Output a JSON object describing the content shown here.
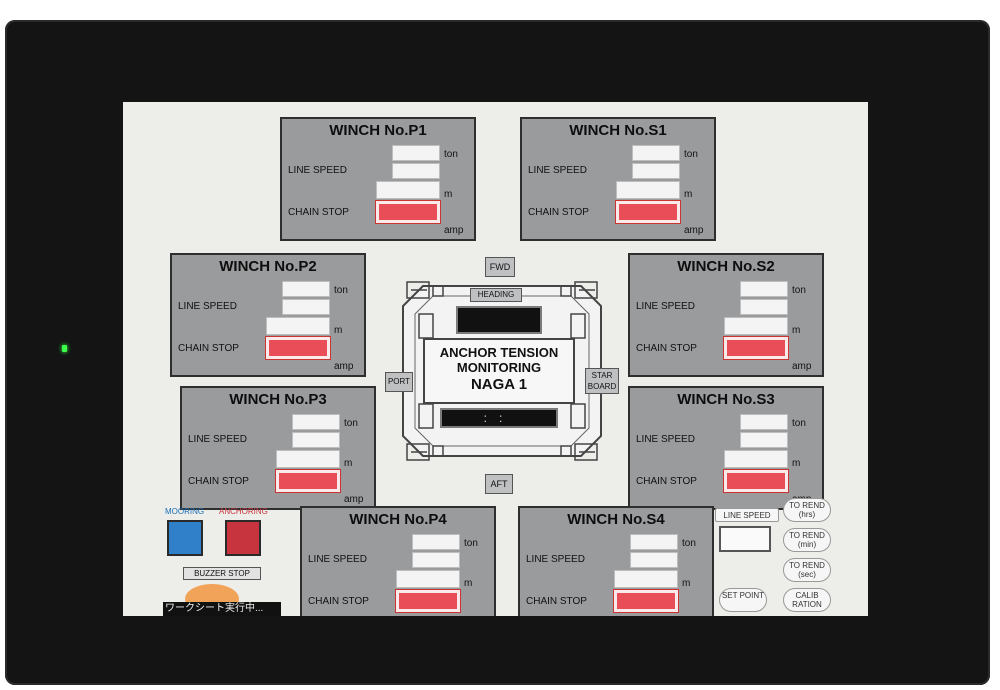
{
  "winches": [
    {
      "id": "p1",
      "title": "WINCH No.P1"
    },
    {
      "id": "s1",
      "title": "WINCH No.S1"
    },
    {
      "id": "p2",
      "title": "WINCH No.P2"
    },
    {
      "id": "s2",
      "title": "WINCH No.S2"
    },
    {
      "id": "p3",
      "title": "WINCH No.P3"
    },
    {
      "id": "s3",
      "title": "WINCH No.S3"
    },
    {
      "id": "p4",
      "title": "WINCH No.P4"
    },
    {
      "id": "s4",
      "title": "WINCH No.S4"
    }
  ],
  "labels": {
    "line_speed": "LINE SPEED",
    "chain_stop": "CHAIN STOP",
    "unit_ton": "ton",
    "unit_m": "m",
    "unit_amp": "amp"
  },
  "center": {
    "line1": "ANCHOR TENSION",
    "line2": "MONITORING",
    "line3": "NAGA 1",
    "heading": "HEADING",
    "fwd": "FWD",
    "aft": "AFT",
    "port": "PORT",
    "starboard": "STAR BOARD",
    "clock": ":"
  },
  "controls": {
    "mooring": "MOORING",
    "anchoring": "ANCHORING",
    "buzzer_stop": "BUZZER STOP",
    "status_text": "ワークシート実行中...",
    "line_speed": "LINE SPEED",
    "to_rend_hrs": "TO REND (hrs)",
    "to_rend_min": "TO REND (min)",
    "to_rend_sec": "TO REND (sec)",
    "set_point": "SET POINT",
    "calibration": "CALIB RATION"
  },
  "colors": {
    "panel": "#9a9b9d",
    "alarm": "#e84d58",
    "mooring": "#2f7fc9",
    "anchoring": "#c8343e",
    "buzzer": "#f2a35a"
  }
}
